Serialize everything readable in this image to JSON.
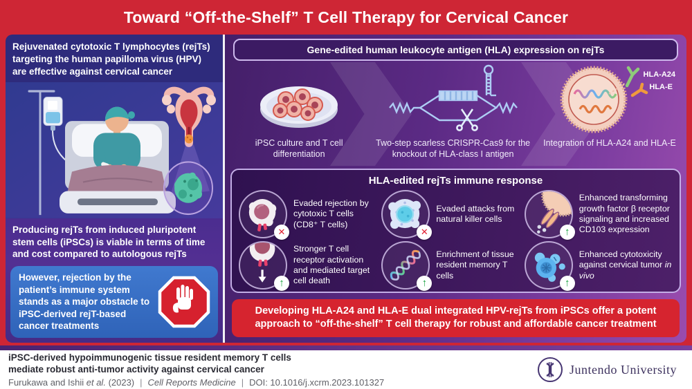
{
  "title": "Toward “Off-the-Shelf” T Cell Therapy for Cervical Cancer",
  "left_panel": {
    "intro": "Rejuvenated cytotoxic T lymphocytes (rejTs) targeting the human papilloma virus (HPV) are effective against cervical cancer",
    "producing": "Producing rejTs from induced pluripotent stem cells (iPSCs) is viable in terms of time and cost compared to autologous rejTs",
    "however": "However, rejection by the patient’s immune system stands as a major obstacle to iPSC-derived rejT-based cancer treatments"
  },
  "gene_section": {
    "header": "Gene-edited human leukocyte antigen (HLA) expression on rejTs",
    "steps": [
      {
        "caption": "iPSC culture and T cell differentiation"
      },
      {
        "caption": "Two-step scarless CRISPR-Cas9 for the knockout of HLA-class I antigen"
      },
      {
        "caption": "Integration of HLA-A24 and HLA-E",
        "label_a": "HLA-A24",
        "label_b": "HLA-E"
      }
    ]
  },
  "immune_panel": {
    "header": "HLA-edited rejTs immune response",
    "badge_glyphs": {
      "cross": "✕",
      "up": "↑"
    },
    "items": [
      {
        "text": "Evaded rejection by cytotoxic T cells (CD8⁺ T cells)",
        "badge": "red-cross"
      },
      {
        "text": "Evaded attacks from natural killer cells",
        "badge": "red-cross"
      },
      {
        "text": "Enhanced transforming growth factor β receptor signaling and increased CD103 expression",
        "badge": "green-up-arrow"
      },
      {
        "text": "Stronger T cell receptor activation and mediated target cell death",
        "badge": "green-up-arrow"
      },
      {
        "text": "Enrichment of tissue resident memory T cells",
        "badge": "green-up-arrow"
      },
      {
        "text": "Enhanced cytotoxicity against cervical tumor",
        "italic": "in vivo",
        "badge": "green-up-arrow"
      }
    ]
  },
  "conclusion": "Developing HLA-A24 and HLA-E dual integrated HPV-rejTs from iPSCs offer a potent approach to “off-the-shelf” T cell therapy for robust and affordable cancer treatment",
  "footer": {
    "paper_title_1": "iPSC-derived hypoimmunogenic tissue resident memory T cells",
    "paper_title_2": "mediate robust anti-tumor activity against cervical cancer",
    "authors": "Furukawa and Ishii",
    "etal": "et al.",
    "year": "(2023)",
    "separator": "|",
    "journal": "Cell Reports Medicine",
    "doi": "DOI: 10.1016/j.xcrm.2023.101327",
    "university": "Juntendo University"
  },
  "colors": {
    "frame_red": "#ce2635",
    "deep_indigo": "#2e2b7c",
    "purple": "#4c2d92",
    "info_blue": "#3a72c4",
    "panel_purple": "#38145c",
    "cross_red": "#e11d2e",
    "arrow_green": "#14a03a"
  }
}
